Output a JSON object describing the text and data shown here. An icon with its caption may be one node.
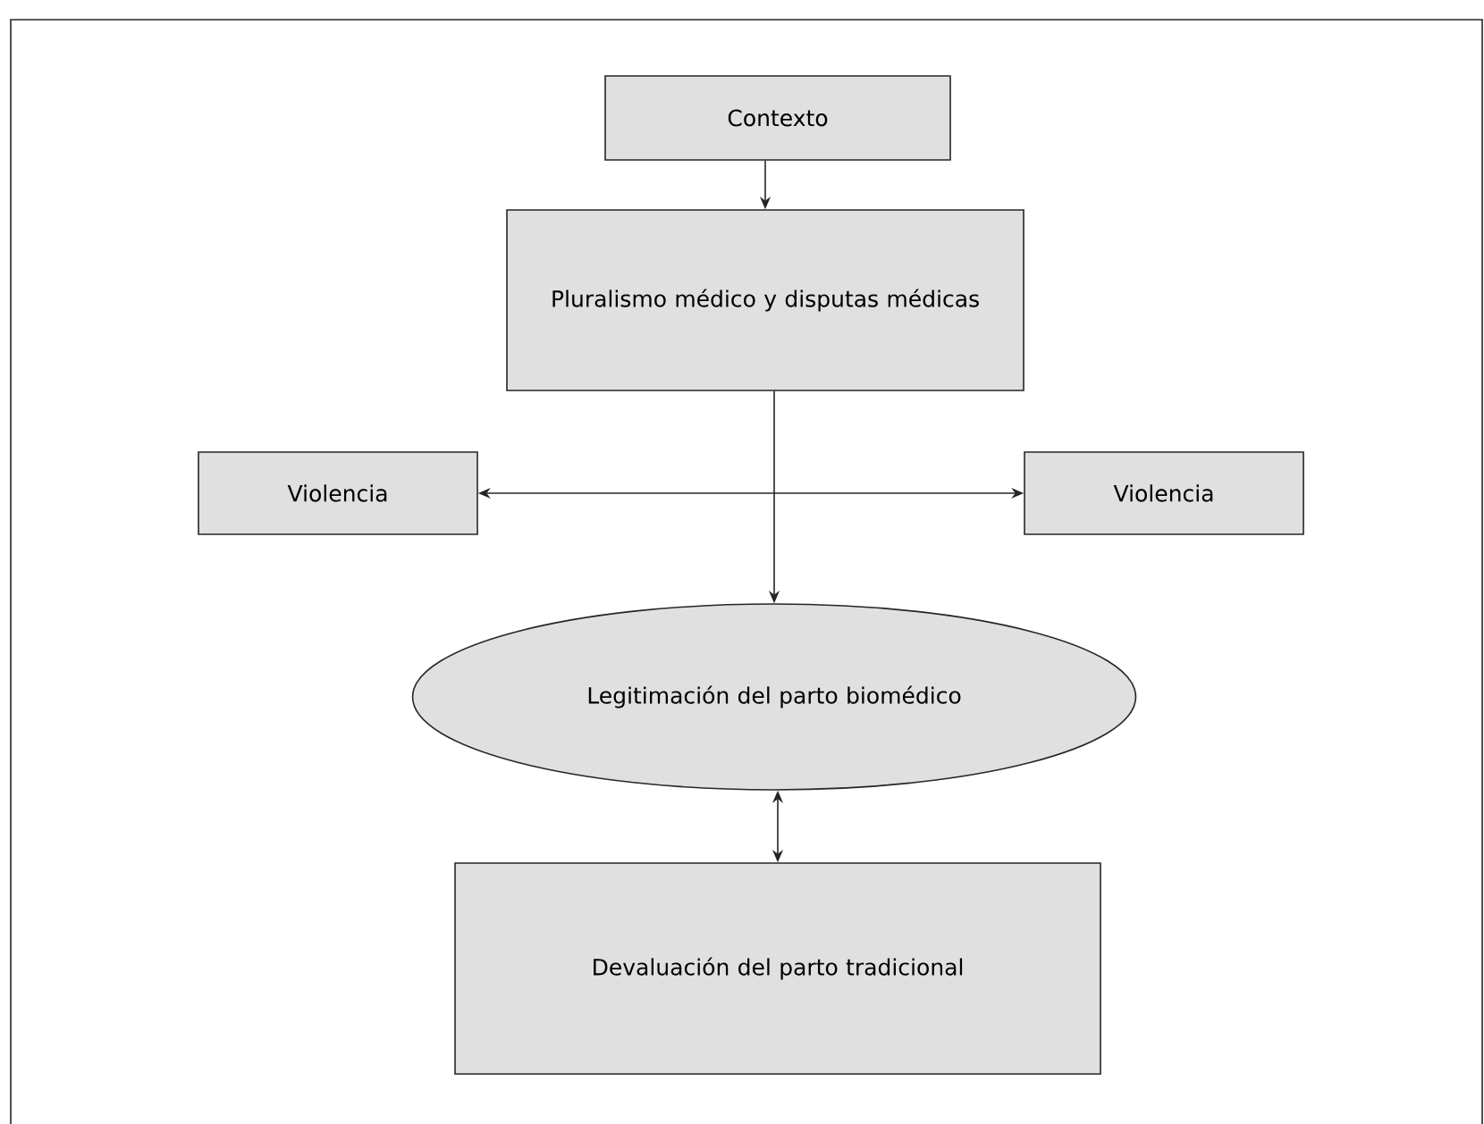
{
  "diagram": {
    "nodes": [
      {
        "text": [
          "Contexto"
        ]
      },
      {
        "text": [
          "Pluralismo médico y disputas médicas"
        ]
      },
      {
        "text": [
          "Violencia"
        ]
      },
      {
        "text": [
          "Violencia"
        ]
      },
      {
        "text": [
          "Legitimación del parto biomédico"
        ]
      },
      {
        "text": [
          "Devaluación del parto tradicional"
        ]
      }
    ],
    "edges": [
      {
        "from": 0,
        "to": 1,
        "arrow": "to"
      },
      {
        "from": 1,
        "to": 4,
        "arrow": "to"
      },
      {
        "from": 2,
        "to": 3,
        "arrow": "both"
      },
      {
        "from": 4,
        "to": 5,
        "arrow": "both"
      }
    ]
  }
}
